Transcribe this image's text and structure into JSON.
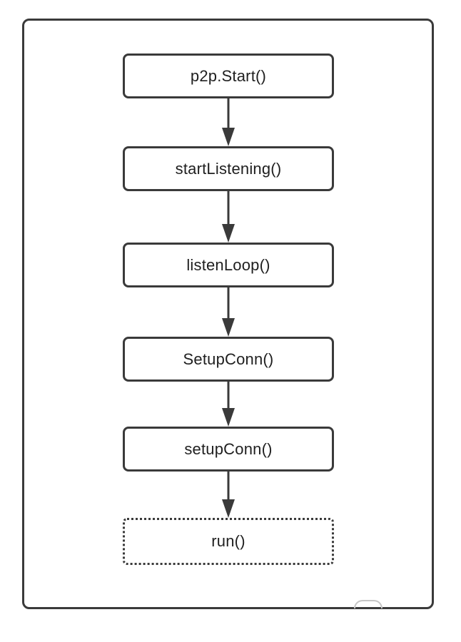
{
  "diagram": {
    "type": "flowchart",
    "direction": "top-to-bottom",
    "nodes": [
      {
        "id": "p2p-start",
        "label": "p2p.Start()",
        "border_style": "solid"
      },
      {
        "id": "start-listening",
        "label": "startListening()",
        "border_style": "solid"
      },
      {
        "id": "listen-loop",
        "label": "listenLoop()",
        "border_style": "solid"
      },
      {
        "id": "setup-conn-upper",
        "label": "SetupConn()",
        "border_style": "solid"
      },
      {
        "id": "setup-conn-lower",
        "label": "setupConn()",
        "border_style": "solid"
      },
      {
        "id": "run",
        "label": "run()",
        "border_style": "dotted"
      }
    ],
    "edges": [
      {
        "from": "p2p-start",
        "to": "start-listening",
        "arrow": "down"
      },
      {
        "from": "start-listening",
        "to": "listen-loop",
        "arrow": "down"
      },
      {
        "from": "listen-loop",
        "to": "setup-conn-upper",
        "arrow": "down"
      },
      {
        "from": "setup-conn-upper",
        "to": "setup-conn-lower",
        "arrow": "down"
      },
      {
        "from": "setup-conn-lower",
        "to": "run",
        "arrow": "down"
      }
    ],
    "colors": {
      "stroke": "#3a3a3a",
      "text": "#1f1f1f",
      "background": "#ffffff",
      "watermark_arc": "#c6c6c6"
    }
  }
}
